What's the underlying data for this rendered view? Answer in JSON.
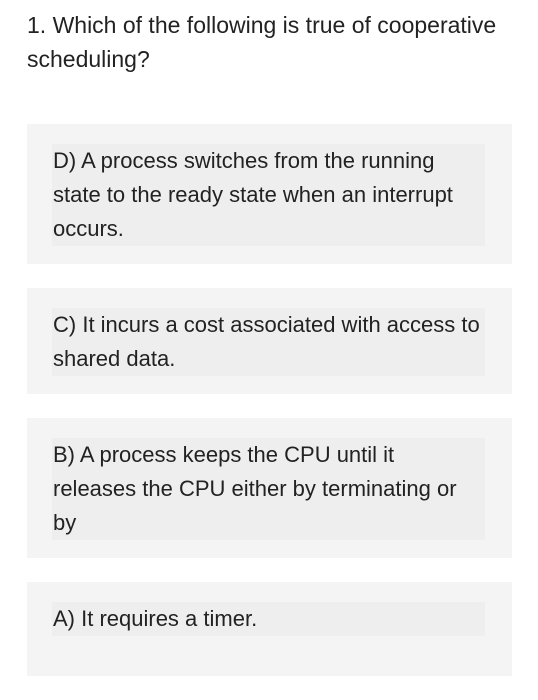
{
  "question": {
    "text": "1. Which of the following is true of cooperative scheduling?"
  },
  "options": [
    {
      "text": "D) A process switches from the running state to the ready state when an interrupt occurs."
    },
    {
      "text": "C) It incurs a cost associated with access to shared data."
    },
    {
      "text": "B) A process keeps the CPU until it releases the CPU either by terminating or by"
    },
    {
      "text": "A) It requires a timer."
    }
  ],
  "colors": {
    "option_background": "#f4f4f4",
    "option_text_highlight": "#eeeeee",
    "text": "#222222"
  }
}
